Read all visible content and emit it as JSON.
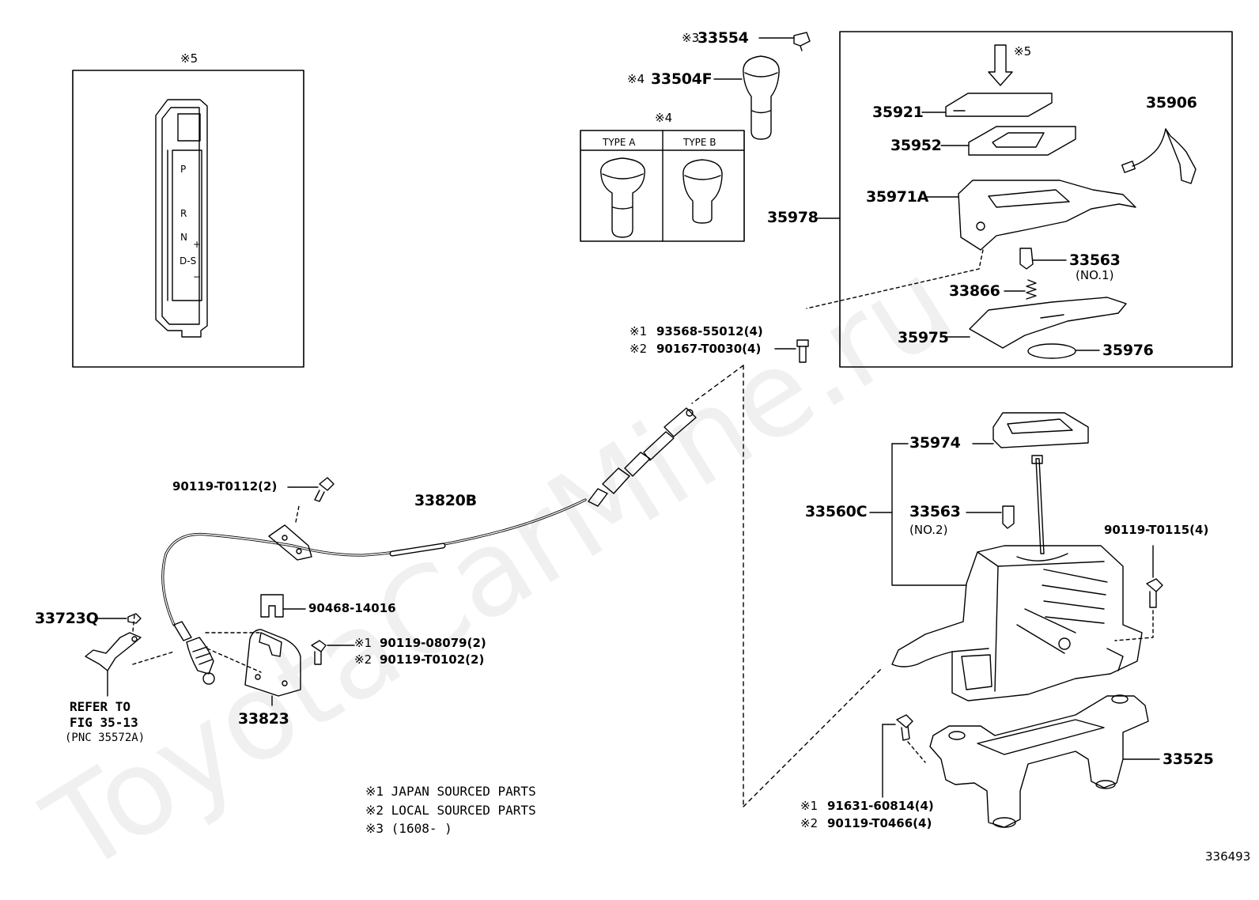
{
  "watermark": "ToyotaCarMine.ru",
  "diagram_id": "336493",
  "inset_left": {
    "marker": "※5",
    "gear_labels": [
      "P",
      "R",
      "N",
      "D-S",
      "+",
      "−"
    ]
  },
  "knob_types": {
    "marker": "※4",
    "type_a": "TYPE A",
    "type_b": "TYPE B"
  },
  "inset_right_marker": "※5",
  "parts": {
    "p33554": "33554",
    "p33554_mark": "※3",
    "p33504f": "33504F",
    "p33504f_mark": "※4",
    "p35921": "35921",
    "p35906": "35906",
    "p35952": "35952",
    "p35971a": "35971A",
    "p35978": "35978",
    "p33563_top": "33563",
    "p33563_top_sub": "(NO.1)",
    "p33866": "33866",
    "p35975": "35975",
    "p35976": "35976",
    "p93568": "93568-55012(4)",
    "p93568_mark": "※1",
    "p90167": "90167-T0030(4)",
    "p90167_mark": "※2",
    "p90119_t0112": "90119-T0112(2)",
    "p33820b": "33820B",
    "p35974": "35974",
    "p33560c": "33560C",
    "p33563_mid": "33563",
    "p33563_mid_sub": "(NO.2)",
    "p90119_t0115": "90119-T0115(4)",
    "p90468": "90468-14016",
    "p33723q": "33723Q",
    "p90119_08079": "90119-08079(2)",
    "p90119_08079_mark": "※1",
    "p90119_t0102": "90119-T0102(2)",
    "p90119_t0102_mark": "※2",
    "refer_line1": "REFER TO",
    "refer_line2": "FIG 35-13",
    "refer_line3": "(PNC 35572A)",
    "p33823": "33823",
    "p33525": "33525",
    "p91631": "91631-60814(4)",
    "p91631_mark": "※1",
    "p90119_t0466": "90119-T0466(4)",
    "p90119_t0466_mark": "※2"
  },
  "notes": [
    "※1 JAPAN SOURCED PARTS",
    "※2 LOCAL SOURCED PARTS",
    "※3 (1608-        )"
  ]
}
